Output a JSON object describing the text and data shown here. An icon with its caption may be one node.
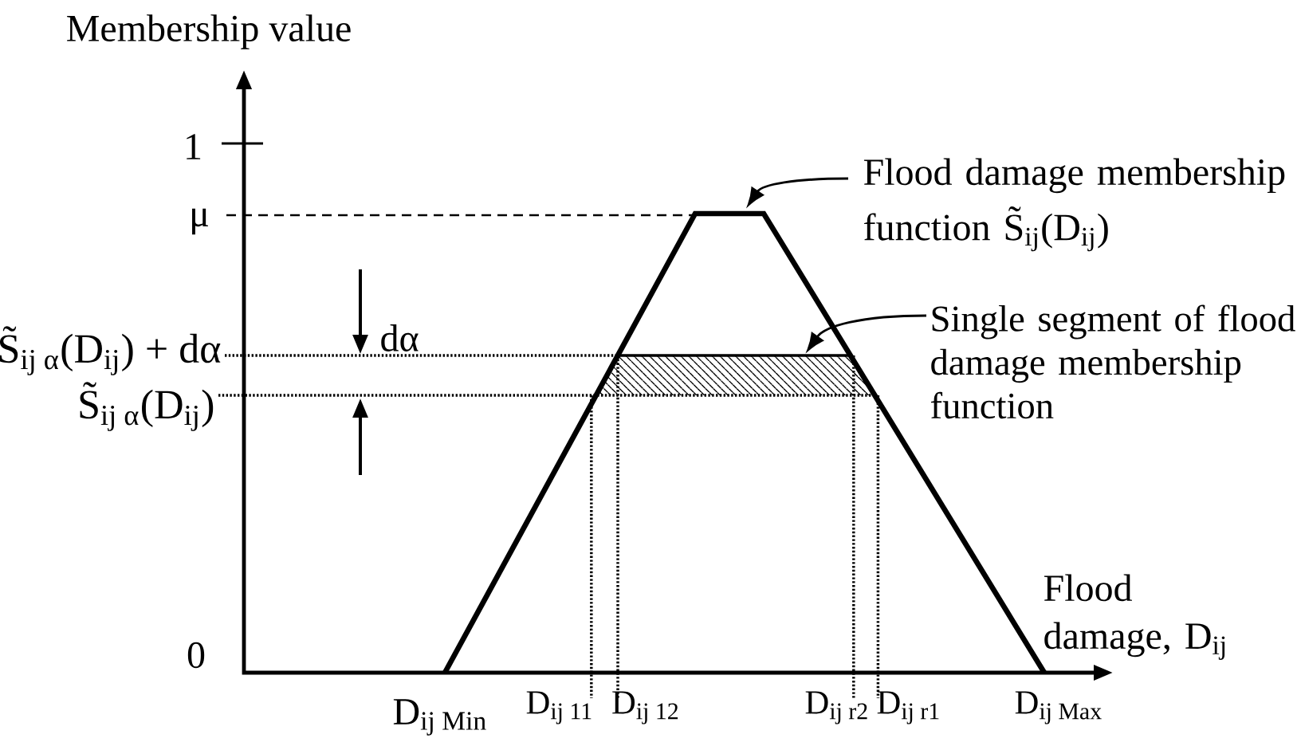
{
  "diagram": {
    "nodes": [
      {
        "text": [
          "Flood damage membership function S̃$_{ij}$(D$_{ij}$)"
        ]
      },
      {
        "text": [],
        "shape": "trapezoid"
      },
      {
        "text": [],
        "shape": "band",
        "in": 1
      },
      {
        "text": [
          "Single segment of flood damage membership function"
        ]
      }
    ],
    "edges": [
      {
        "from": 0,
        "to": 1,
        "arrow": "to"
      },
      {
        "from": 3,
        "to": 2,
        "arrow": "to"
      }
    ],
    "labels": [
      "Membership value",
      "1",
      "μ",
      "S̃$_{ij α}$(D$_{ij}$) + dα",
      "dα",
      "S̃$_{ij α}$(D$_{ij}$)",
      "Flood damage, D$_{ij}$",
      "0",
      "D$_{ij Min}$",
      "D$_{ij 11}$",
      "D$_{ij 12}$",
      "D$_{ij r2}$",
      "D$_{ij r1}$",
      "D$_{ij Max}$"
    ]
  }
}
